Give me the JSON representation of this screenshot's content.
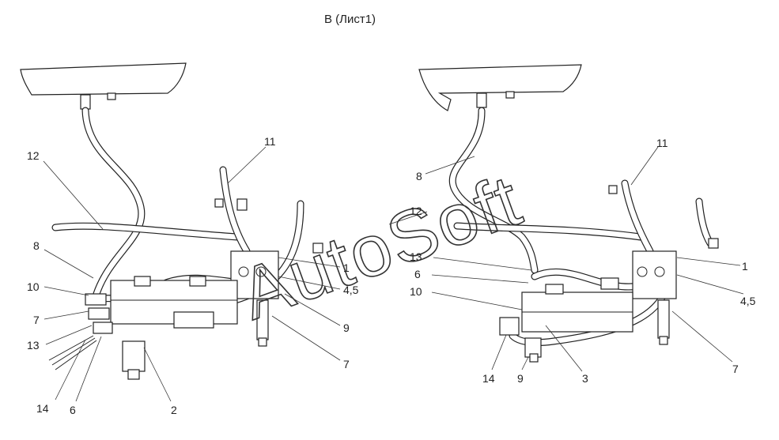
{
  "title": "В (Лист1)",
  "watermark": "AutoSoft",
  "left_view": {
    "callouts": [
      "12",
      "8",
      "10",
      "7",
      "13",
      "14",
      "6",
      "2",
      "11",
      "1",
      "4,5",
      "9",
      "7"
    ]
  },
  "right_view": {
    "callouts": [
      "8",
      "12",
      "13",
      "6",
      "10",
      "14",
      "9",
      "3",
      "11",
      "1",
      "4,5",
      "7"
    ]
  }
}
